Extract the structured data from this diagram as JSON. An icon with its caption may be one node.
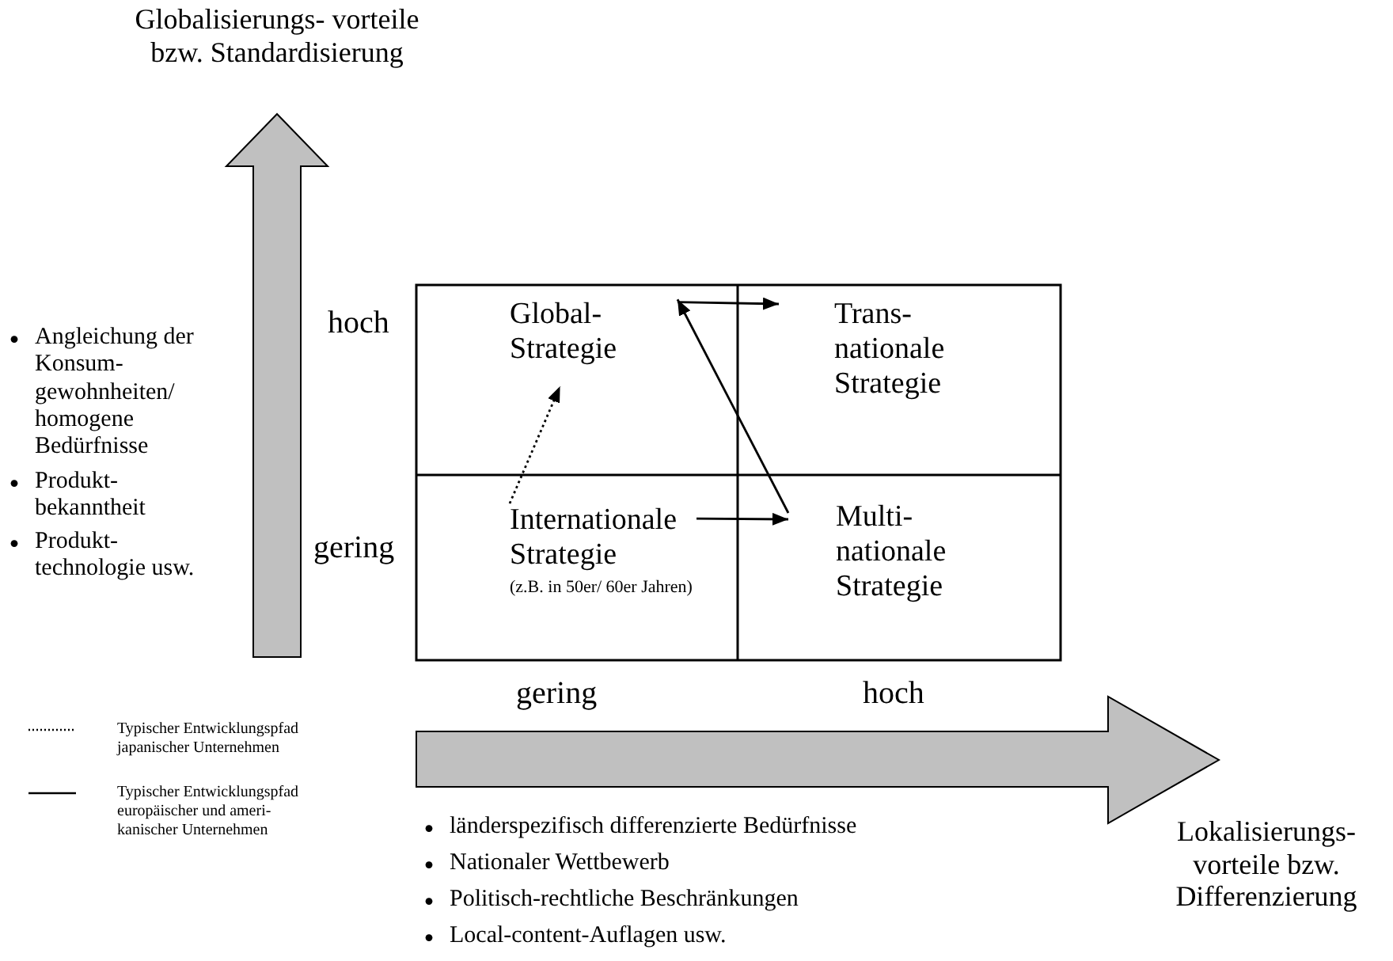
{
  "diagram": {
    "nodes": [
      {
        "text": [
          "Global- Strategie"
        ]
      },
      {
        "text": [
          "Trans- nationale Strategie"
        ]
      },
      {
        "text": [
          "Internationale Strategie",
          "(z.B. in 50er/ 60er Jahren)"
        ]
      },
      {
        "text": [
          "Multi- nationale Strategie"
        ]
      }
    ],
    "edges": [
      {
        "from": 2,
        "to": 0,
        "arrow": "to",
        "style": "dashed"
      },
      {
        "from": 2,
        "to": 3,
        "arrow": "to"
      },
      {
        "from": 3,
        "to": 0,
        "arrow": "to"
      },
      {
        "from": 0,
        "to": 1,
        "arrow": "to"
      }
    ],
    "labels": [
      "Globalisierungs- vorteile bzw. Standardisierung",
      "hoch",
      "Angleichung der Konsum- gewohnheiten/ homogene Bedürfnisse",
      "Produkt- bekanntheit",
      "Produkt- technologie usw.",
      "gering",
      "gering",
      "hoch",
      "Lokalisierungs- vorteile bzw. Differenzierung",
      "länderspezifisch differenzierte Bedürfnisse",
      "Nationaler Wettbewerb",
      "Politisch-rechtliche Beschränkungen",
      "Local-content-Auflagen usw."
    ],
    "legend": [
      {
        "text": "Typischer Entwicklungspfad japanischer Unternehmen"
      },
      {
        "text": "Typischer Entwicklungspfad europäischer und ameri- kanischer Unternehmen"
      }
    ]
  }
}
